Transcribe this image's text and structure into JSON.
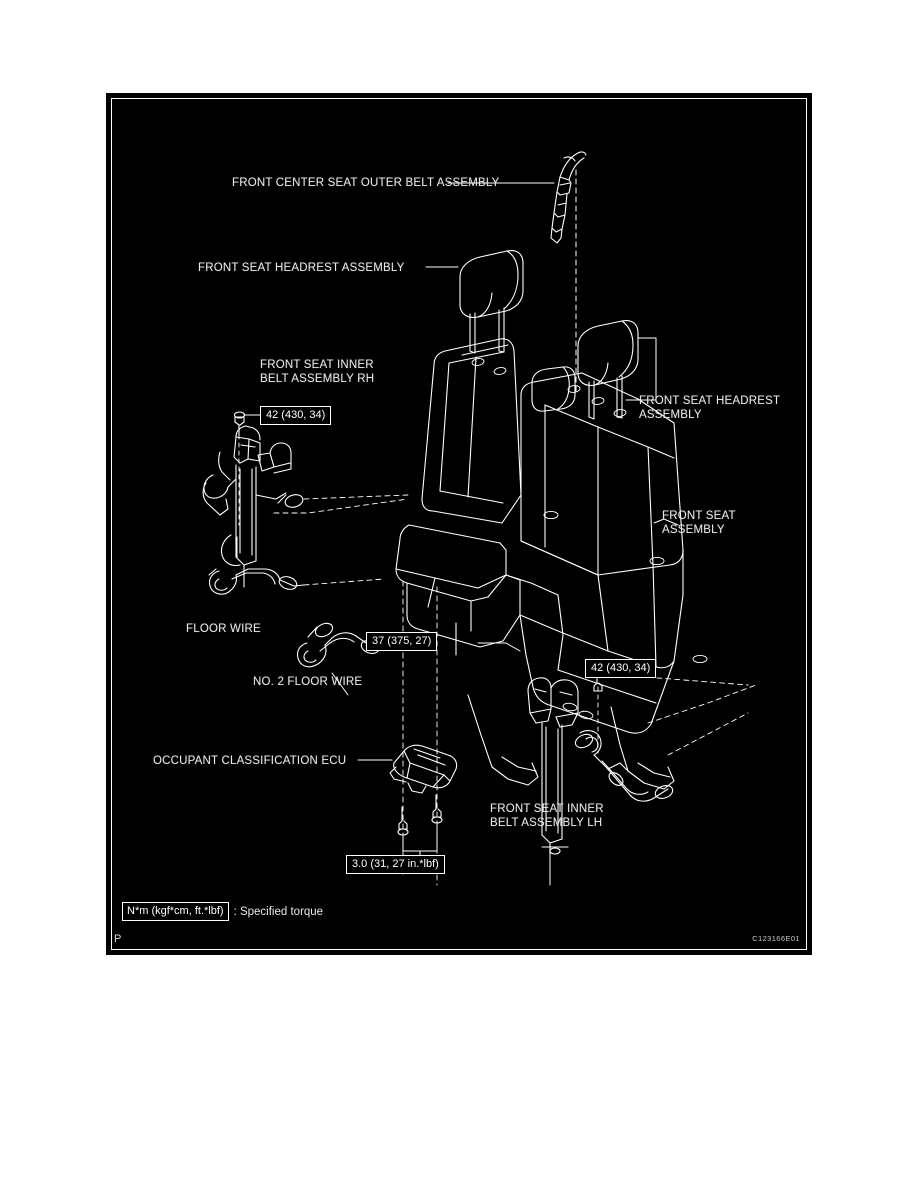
{
  "document": {
    "page_background": "#ffffff",
    "figure_background": "#000000",
    "line_color": "#ffffff",
    "figure_code": "C123166E01",
    "page_marker": "P"
  },
  "legend": {
    "unit_box": "N*m (kgf*cm, ft.*lbf)",
    "description": ": Specified torque"
  },
  "labels": [
    {
      "id": "front-center-seat-outer-belt-assembly",
      "text": "FRONT CENTER SEAT OUTER BELT ASSEMBLY"
    },
    {
      "id": "front-seat-headrest-assembly-left",
      "text": "FRONT SEAT HEADREST ASSEMBLY"
    },
    {
      "id": "front-seat-inner-belt-assembly-rh-line1",
      "text": "FRONT SEAT INNER"
    },
    {
      "id": "front-seat-inner-belt-assembly-rh-line2",
      "text": "BELT ASSEMBLY RH"
    },
    {
      "id": "front-seat-headrest-assembly-right-line1",
      "text": "FRONT SEAT HEADREST"
    },
    {
      "id": "front-seat-headrest-assembly-right-line2",
      "text": "ASSEMBLY"
    },
    {
      "id": "front-seat-assembly-line1",
      "text": "FRONT SEAT"
    },
    {
      "id": "front-seat-assembly-line2",
      "text": "ASSEMBLY"
    },
    {
      "id": "floor-wire",
      "text": "FLOOR WIRE"
    },
    {
      "id": "no-2-floor-wire",
      "text": "NO. 2 FLOOR WIRE"
    },
    {
      "id": "occupant-classification-ecu",
      "text": "OCCUPANT CLASSIFICATION ECU"
    },
    {
      "id": "front-seat-inner-belt-assembly-lh-line1",
      "text": "FRONT SEAT INNER"
    },
    {
      "id": "front-seat-inner-belt-assembly-lh-line2",
      "text": "BELT ASSEMBLY LH"
    }
  ],
  "torque_callouts": [
    {
      "id": "torque-inner-belt-rh",
      "text": "42 (430, 34)"
    },
    {
      "id": "torque-seat-mount",
      "text": "37 (375, 27)"
    },
    {
      "id": "torque-inner-belt-lh",
      "text": "42 (430, 34)"
    },
    {
      "id": "torque-occupant-ecu",
      "text": "3.0 (31, 27 in.*lbf)"
    }
  ]
}
